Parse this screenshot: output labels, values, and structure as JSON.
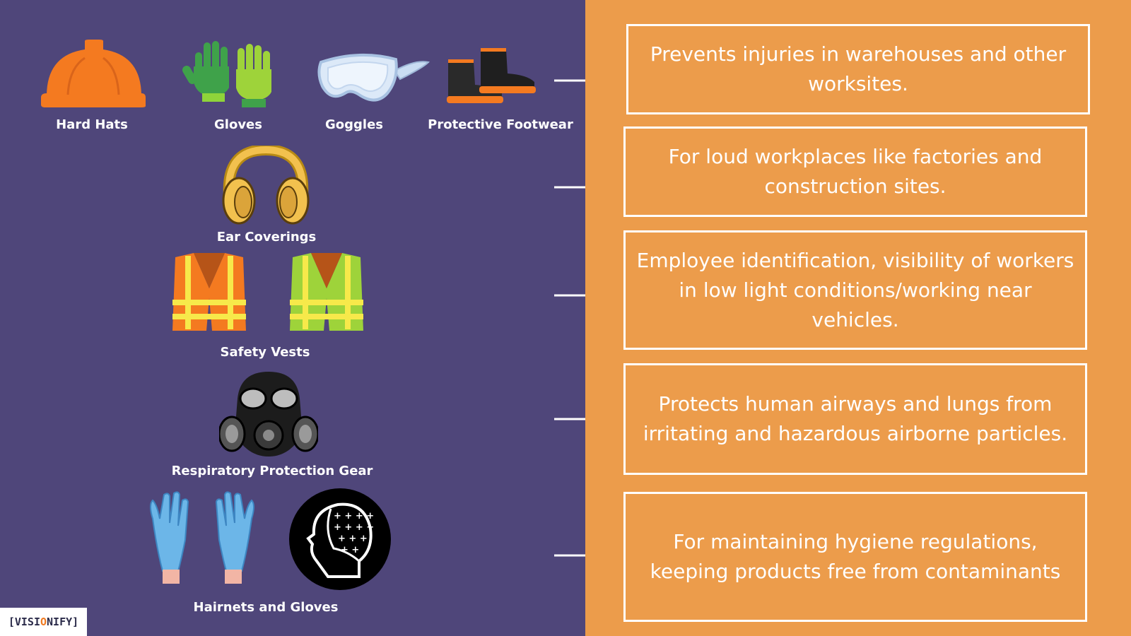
{
  "left": {
    "items": [
      {
        "label": "Hard Hats",
        "icon": "hard-hat-icon"
      },
      {
        "label": "Gloves",
        "icon": "work-gloves-icon"
      },
      {
        "label": "Goggles",
        "icon": "goggles-icon"
      },
      {
        "label": "Protective Footwear",
        "icon": "boots-icon"
      },
      {
        "label": "Ear Coverings",
        "icon": "earmuffs-icon"
      },
      {
        "label": "Safety Vests",
        "icon": "safety-vest-icon"
      },
      {
        "label": "Respiratory Protection Gear",
        "icon": "gas-mask-icon"
      },
      {
        "label": "Hairnets and Gloves",
        "icon": "hairnet-icon"
      }
    ]
  },
  "right": {
    "descriptions": [
      "Prevents injuries in warehouses and other worksites.",
      "For loud workplaces like factories and construction sites.",
      "Employee identification, visibility of workers in low light conditions/working near vehicles.",
      "Protects human airways and lungs from irritating and hazardous airborne particles.",
      "For maintaining hygiene regulations, keeping products free from contaminants"
    ]
  },
  "logo": {
    "prefix": "[VISI",
    "o": "O",
    "suffix": "NIFY]"
  },
  "colors": {
    "left_bg": "#4f467a",
    "right_bg": "#ec9c4b",
    "accent_orange": "#f47a20",
    "lime": "#9ed33a"
  }
}
